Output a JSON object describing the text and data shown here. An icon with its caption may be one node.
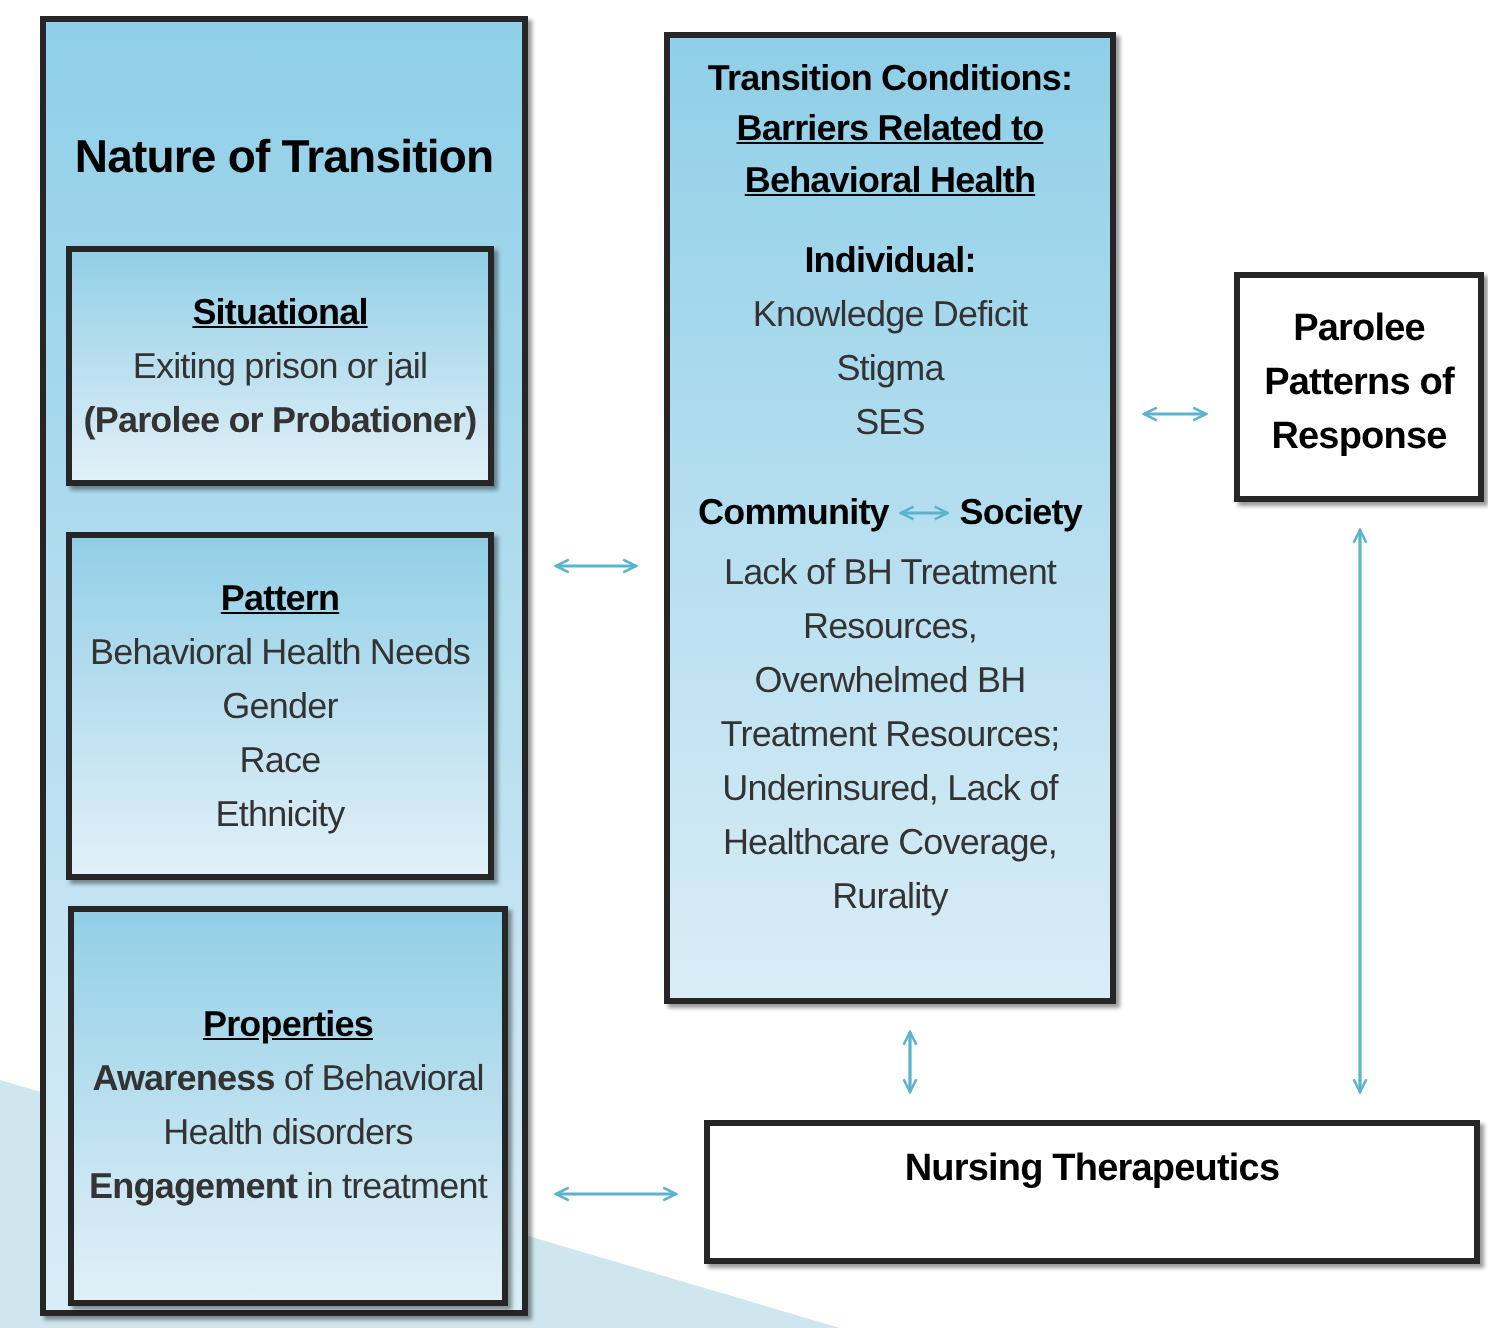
{
  "diagram": {
    "nodes": [
      {
        "text": [
          "Nature of Transition"
        ]
      },
      {
        "text": [
          "Situational",
          "Exiting prison or jail **(Parolee or Probationer)**"
        ],
        "in": 0
      },
      {
        "text": [
          "Pattern",
          "Behavioral Health Needs",
          "Gender",
          "Race",
          "Ethnicity"
        ],
        "in": 0
      },
      {
        "text": [
          "Properties",
          "**Awareness** of Behavioral Health disorders",
          "**Engagement** in treatment"
        ],
        "in": 0
      },
      {
        "text": [
          "Transition Conditions:",
          "Barriers Related to Behavioral Health",
          "Individual:",
          "Knowledge Deficit",
          "Stigma",
          "SES",
          "Lack of BH Treatment Resources, Overwhelmed BH Treatment Resources; Underinsured, Lack of Healthcare Coverage, Rurality"
        ]
      },
      {
        "text": [
          "Community"
        ],
        "in": 4
      },
      {
        "text": [
          "Society"
        ],
        "in": 4
      },
      {
        "text": [
          "Parolee Patterns of Response"
        ]
      },
      {
        "text": [
          "Nursing Therapeutics"
        ]
      }
    ],
    "edges": [
      {
        "from": 0,
        "to": 4,
        "arrow": "both"
      },
      {
        "from": 5,
        "to": 6,
        "arrow": "both"
      },
      {
        "from": 4,
        "to": 7,
        "arrow": "both"
      },
      {
        "from": 4,
        "to": 8,
        "arrow": "both"
      },
      {
        "from": 7,
        "to": 8,
        "arrow": "both"
      },
      {
        "from": 0,
        "to": 8,
        "arrow": "both"
      }
    ]
  }
}
